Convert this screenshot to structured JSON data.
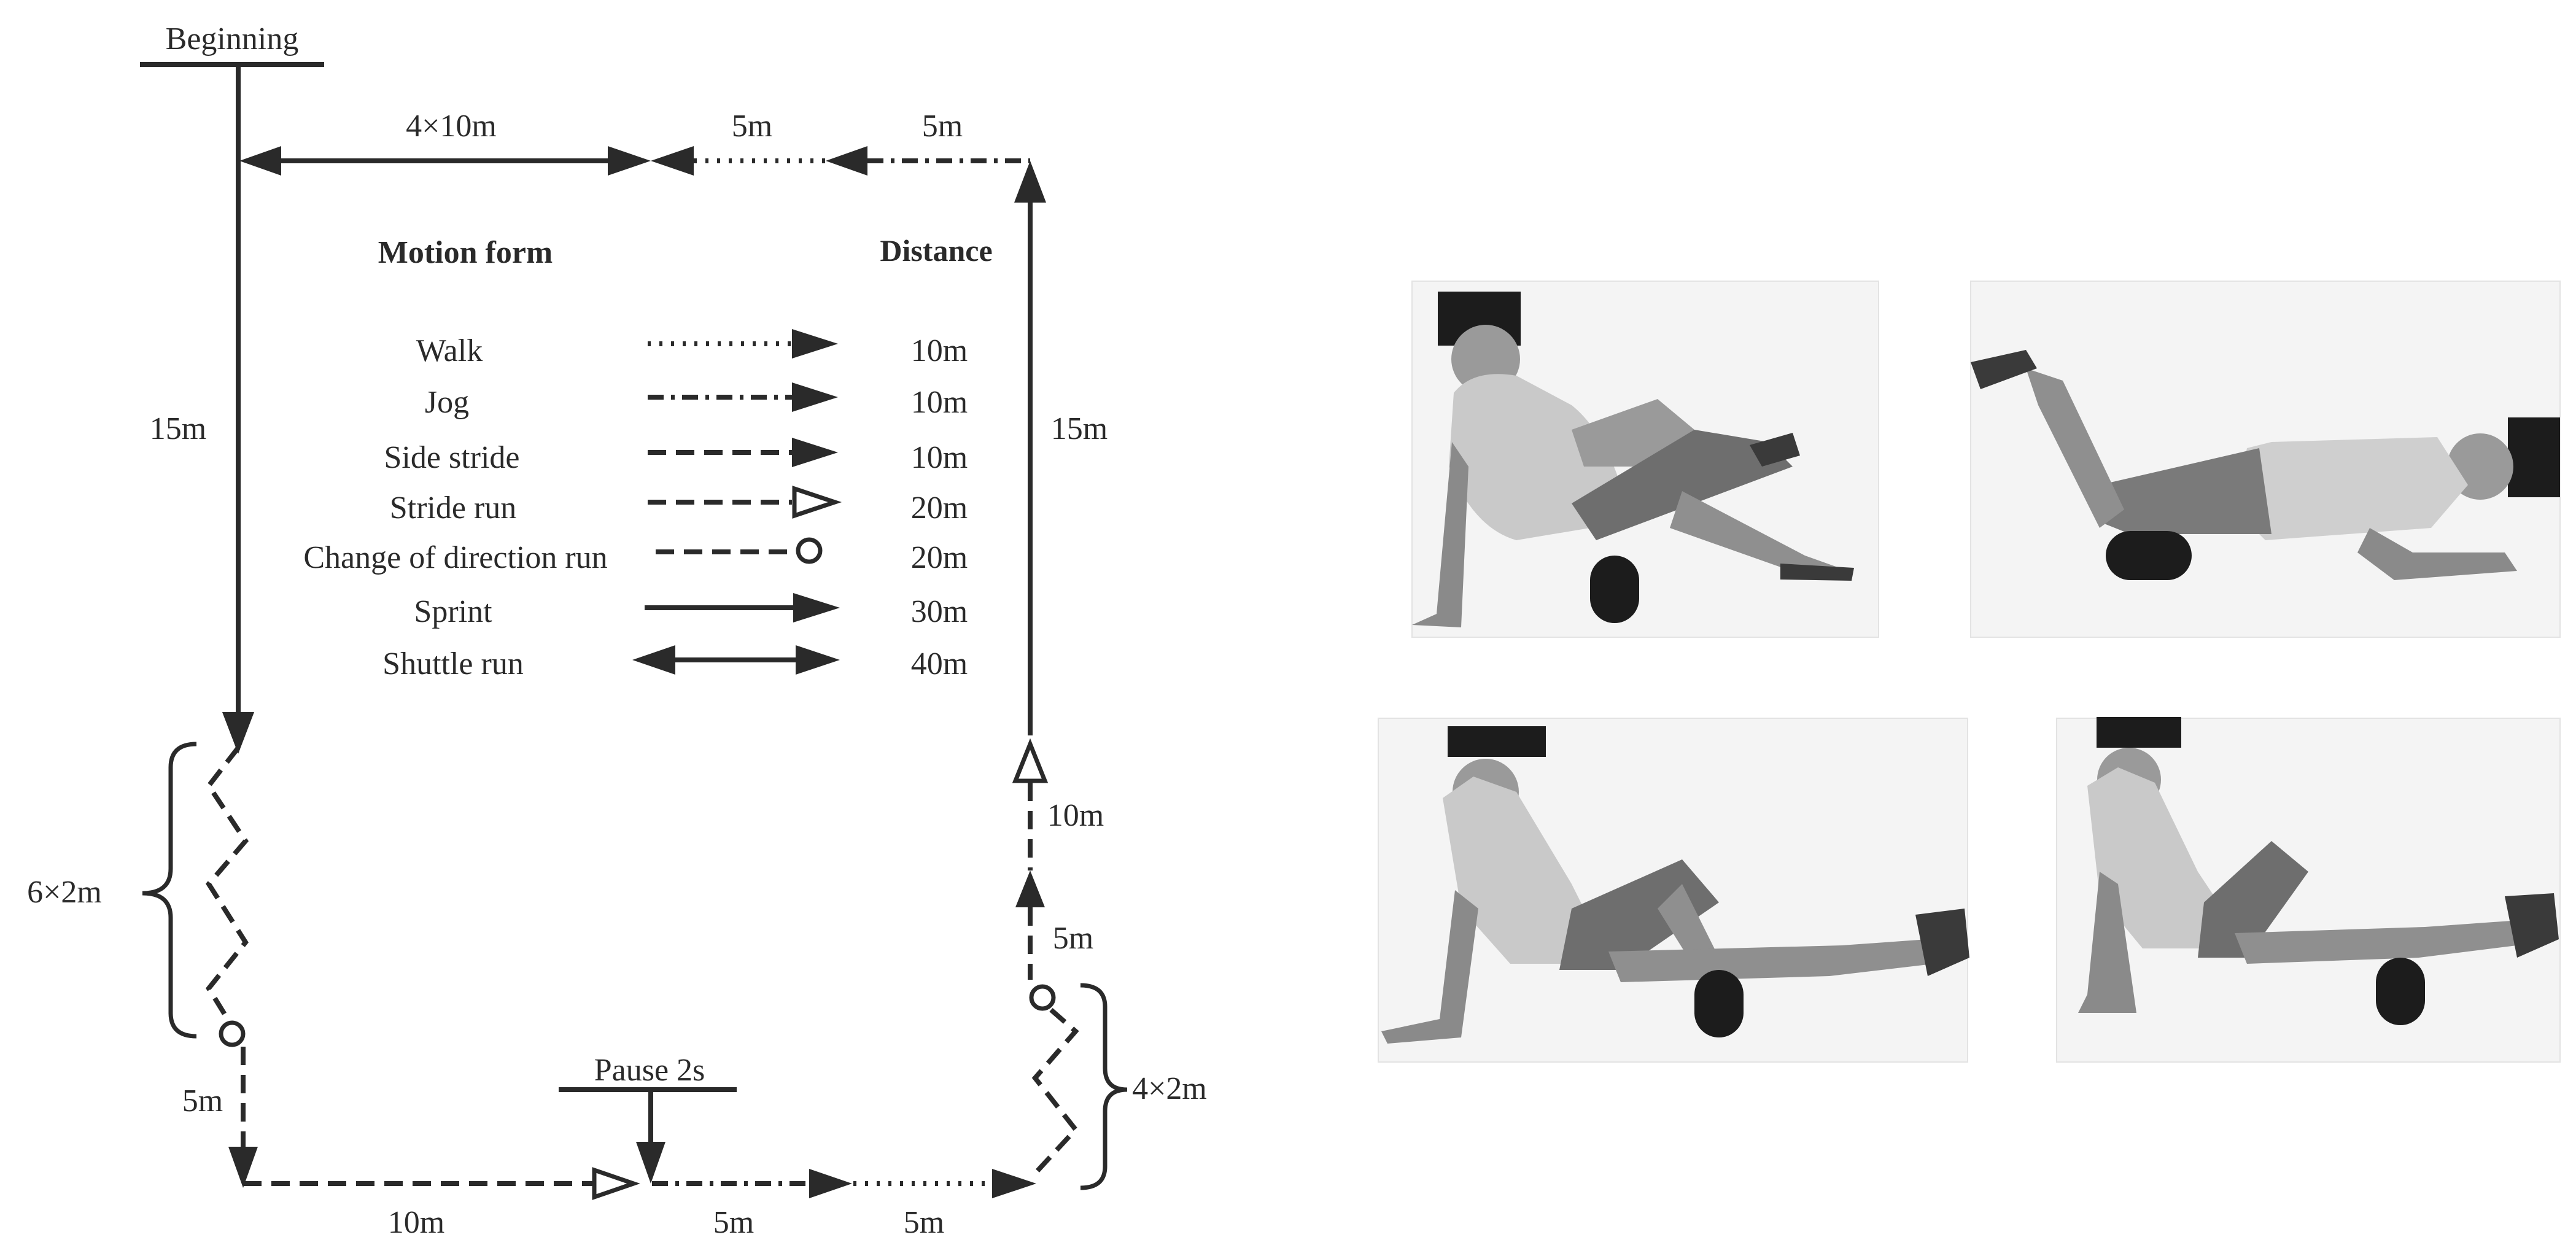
{
  "course": {
    "start_label": "Beginning",
    "pause_label": "Pause 2s",
    "segment_labels": {
      "top_shuttle": "4×10m",
      "top_walk": "5m",
      "top_jog": "5m",
      "left_sprint": "15m",
      "left_zigzag": "6×2m",
      "left_drop": "5m",
      "bottom_stride": "10m",
      "bottom_jog": "5m",
      "bottom_walk": "5m",
      "right_zigzag": "4×2m",
      "right_side": "5m",
      "right_stride": "10m",
      "right_sprint": "15m"
    }
  },
  "legend": {
    "header_motion": "Motion form",
    "header_distance": "Distance",
    "rows": [
      {
        "label": "Walk",
        "distance": "10m",
        "style": "dotted",
        "head": "filled-triangle"
      },
      {
        "label": "Jog",
        "distance": "10m",
        "style": "dash-dot",
        "head": "filled-triangle"
      },
      {
        "label": "Side stride",
        "distance": "10m",
        "style": "dashed",
        "head": "filled-triangle"
      },
      {
        "label": "Stride run",
        "distance": "20m",
        "style": "dashed",
        "head": "open-triangle"
      },
      {
        "label": "Change of direction run",
        "distance": "20m",
        "style": "dashed",
        "head": "circle"
      },
      {
        "label": "Sprint",
        "distance": "30m",
        "style": "solid",
        "head": "filled-triangle"
      },
      {
        "label": "Shuttle run",
        "distance": "40m",
        "style": "solid",
        "head": "double-filled-triangle"
      }
    ]
  },
  "photos": [
    {
      "icon": "foam-roller-hamstring-photo-icon"
    },
    {
      "icon": "foam-roller-quadriceps-photo-icon"
    },
    {
      "icon": "foam-roller-calf-photo-icon"
    },
    {
      "icon": "foam-roller-calf-alt-photo-icon"
    }
  ]
}
